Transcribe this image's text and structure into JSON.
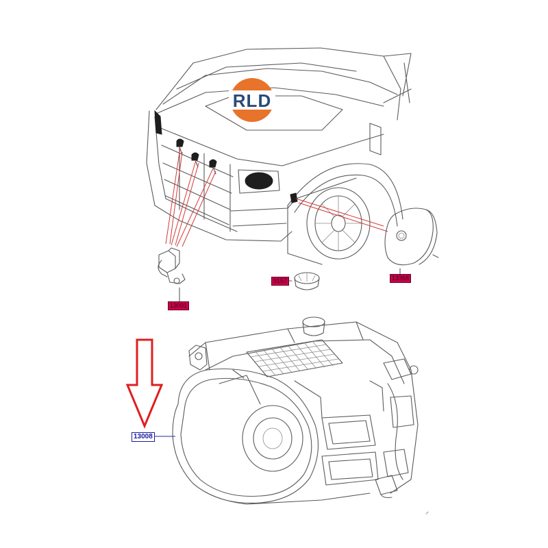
{
  "logo": {
    "text": "RLD",
    "colors": {
      "ring": "#e8732a",
      "band": "#ffffff",
      "text": "#2a4a7a"
    }
  },
  "callouts": [
    {
      "id": "c1",
      "label": "13008",
      "style": "highlight-blue"
    },
    {
      "id": "c2",
      "label": "13001",
      "style": "red"
    },
    {
      "id": "c3",
      "label": "9157",
      "style": "red"
    },
    {
      "id": "c4",
      "label": "13368",
      "style": "red"
    }
  ],
  "corner_ref": "♂",
  "colors": {
    "arrow": "#e01e1e",
    "leader": "#d23a3a",
    "tag_red": "#c8004a",
    "tag_blue": "#1a1aa0"
  }
}
